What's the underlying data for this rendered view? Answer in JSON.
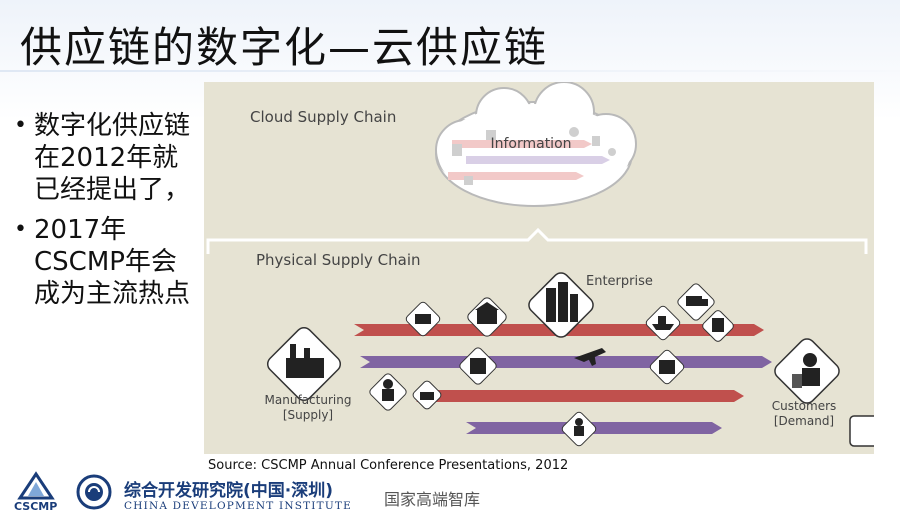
{
  "slide": {
    "title": "供应链的数字化—云供应链",
    "bullets": [
      "数字化供应链在2012年就已经提出了，",
      "2017年CSCMP年会成为主流热点"
    ]
  },
  "diagram": {
    "cloud_label": "Cloud Supply Chain",
    "information_label": "Information",
    "physical_label": "Physical Supply Chain",
    "enterprise_label": "Enterprise",
    "manufacturing_label_1": "Manufacturing",
    "manufacturing_label_2": "[Supply]",
    "customers_label_1": "Customers",
    "customers_label_2": "[Demand]"
  },
  "source": "Source: CSCMP Annual Conference Presentations, 2012",
  "footer": {
    "cscmp": "CSCMP",
    "cdi_cn": "综合开发研究院(中国·深圳)",
    "cdi_en": "CHINA DEVELOPMENT INSTITUTE",
    "think_tank": "国家高端智库"
  },
  "colors": {
    "red_arrow": "#c0504d",
    "purple_arrow": "#8064a2",
    "figure_bg": "#e6e3d3"
  }
}
